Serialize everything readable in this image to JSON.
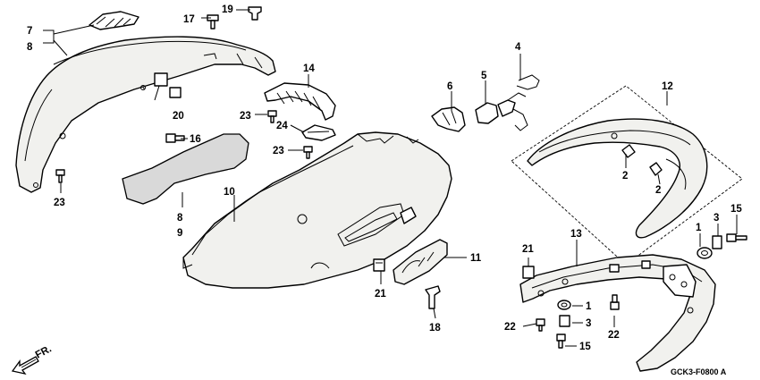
{
  "callouts": [
    {
      "id": "c7",
      "label": "7"
    },
    {
      "id": "c8a",
      "label": "8"
    },
    {
      "id": "c17",
      "label": "17"
    },
    {
      "id": "c19",
      "label": "19"
    },
    {
      "id": "c14",
      "label": "14"
    },
    {
      "id": "c20",
      "label": "20"
    },
    {
      "id": "c16",
      "label": "16"
    },
    {
      "id": "c23a",
      "label": "23"
    },
    {
      "id": "c24",
      "label": "24"
    },
    {
      "id": "c23b",
      "label": "23"
    },
    {
      "id": "c23c",
      "label": "23"
    },
    {
      "id": "c10",
      "label": "10"
    },
    {
      "id": "c8b",
      "label": "8"
    },
    {
      "id": "c9",
      "label": "9"
    },
    {
      "id": "c6",
      "label": "6"
    },
    {
      "id": "c5",
      "label": "5"
    },
    {
      "id": "c4",
      "label": "4"
    },
    {
      "id": "c12",
      "label": "12"
    },
    {
      "id": "c2a",
      "label": "2"
    },
    {
      "id": "c2b",
      "label": "2"
    },
    {
      "id": "c11",
      "label": "11"
    },
    {
      "id": "c21a",
      "label": "21"
    },
    {
      "id": "c18",
      "label": "18"
    },
    {
      "id": "c21b",
      "label": "21"
    },
    {
      "id": "c13",
      "label": "13"
    },
    {
      "id": "c1a",
      "label": "1"
    },
    {
      "id": "c3a",
      "label": "3"
    },
    {
      "id": "c15a",
      "label": "15"
    },
    {
      "id": "c1b",
      "label": "1"
    },
    {
      "id": "c3b",
      "label": "3"
    },
    {
      "id": "c22a",
      "label": "22"
    },
    {
      "id": "c15b",
      "label": "15"
    },
    {
      "id": "c22b",
      "label": "22"
    }
  ],
  "front_indicator": "FR.",
  "diagram_code": "GCK3-F0800 A"
}
